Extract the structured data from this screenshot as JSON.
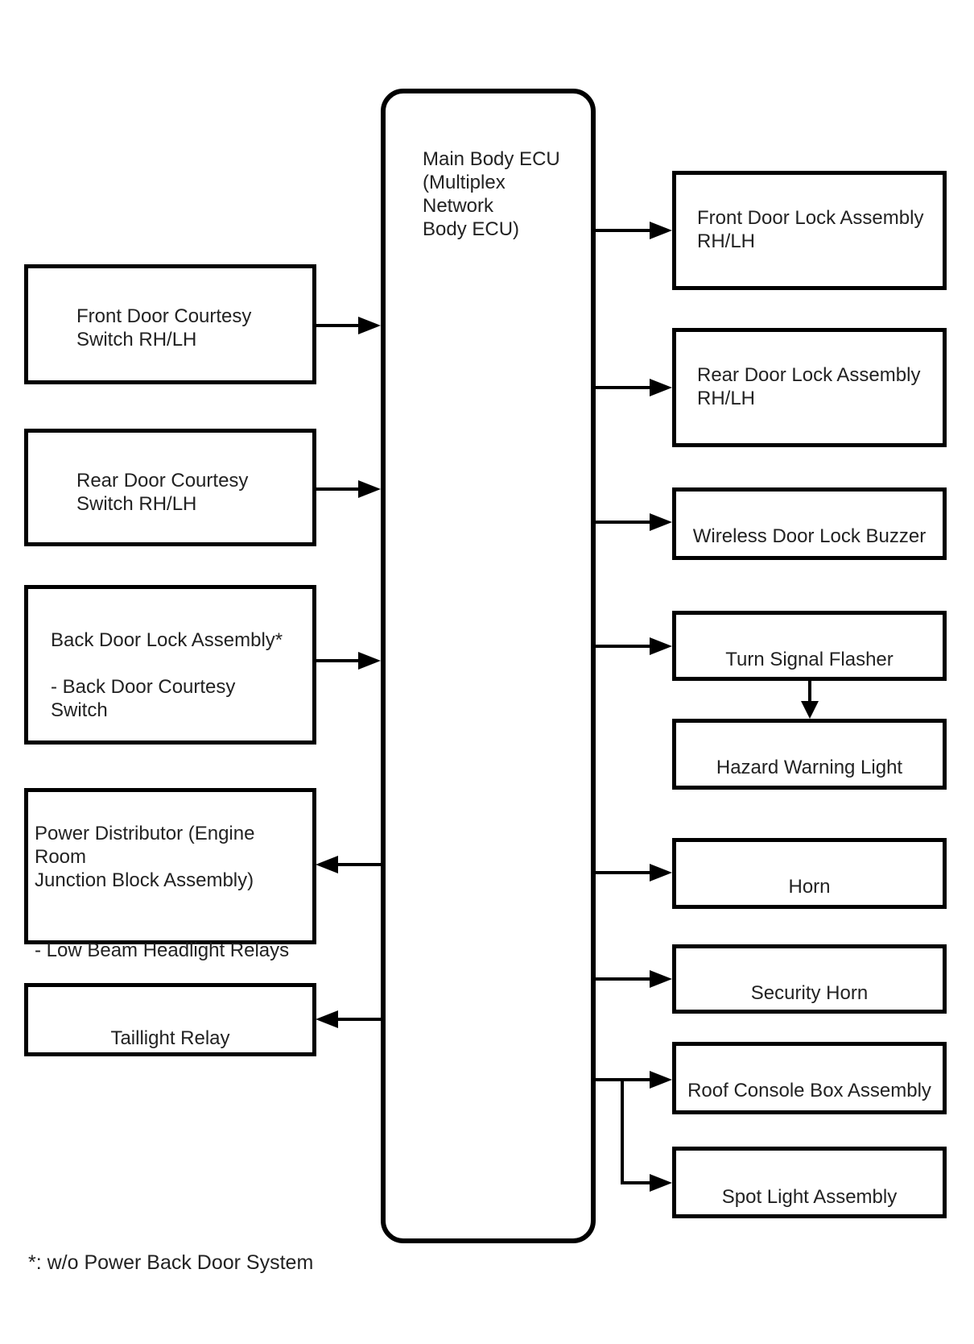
{
  "diagram": {
    "title_node": {
      "label": "Main Body ECU\n(Multiplex Network\nBody ECU)"
    },
    "left_boxes": [
      {
        "label": "Front Door Courtesy\nSwitch RH/LH",
        "arrow_direction": "to-ecu"
      },
      {
        "label": "Rear Door Courtesy\nSwitch RH/LH",
        "arrow_direction": "to-ecu"
      },
      {
        "label": "Back Door Lock Assembly*\n\n- Back Door Courtesy\nSwitch",
        "arrow_direction": "to-ecu"
      },
      {
        "label": "Power Distributor (Engine Room\nJunction Block Assembly)\n\n\n- Low Beam Headlight Relays",
        "arrow_direction": "from-ecu"
      },
      {
        "label": "Taillight Relay",
        "arrow_direction": "from-ecu"
      }
    ],
    "right_boxes": [
      {
        "label": "Front Door Lock Assembly\nRH/LH",
        "arrow_direction": "from-ecu"
      },
      {
        "label": "Rear Door Lock Assembly\nRH/LH",
        "arrow_direction": "from-ecu"
      },
      {
        "label": "Wireless Door Lock Buzzer",
        "arrow_direction": "from-ecu"
      },
      {
        "label": "Turn Signal Flasher",
        "arrow_direction": "from-ecu"
      },
      {
        "label": "Hazard Warning Light",
        "arrow_direction": "from-turn-signal-flasher"
      },
      {
        "label": "Horn",
        "arrow_direction": "from-ecu"
      },
      {
        "label": "Security Horn",
        "arrow_direction": "from-ecu"
      },
      {
        "label": "Roof Console Box Assembly",
        "arrow_direction": "from-ecu"
      },
      {
        "label": "Spot Light Assembly",
        "arrow_direction": "from-ecu"
      }
    ],
    "connections": [
      {
        "from": "Front Door Courtesy Switch RH/LH",
        "to": "Main Body ECU (Multiplex Network Body ECU)"
      },
      {
        "from": "Rear Door Courtesy Switch RH/LH",
        "to": "Main Body ECU (Multiplex Network Body ECU)"
      },
      {
        "from": "Back Door Lock Assembly*",
        "to": "Main Body ECU (Multiplex Network Body ECU)"
      },
      {
        "from": "Main Body ECU (Multiplex Network Body ECU)",
        "to": "Power Distributor (Engine Room Junction Block Assembly)"
      },
      {
        "from": "Main Body ECU (Multiplex Network Body ECU)",
        "to": "Taillight Relay"
      },
      {
        "from": "Main Body ECU (Multiplex Network Body ECU)",
        "to": "Front Door Lock Assembly RH/LH"
      },
      {
        "from": "Main Body ECU (Multiplex Network Body ECU)",
        "to": "Rear Door Lock Assembly RH/LH"
      },
      {
        "from": "Main Body ECU (Multiplex Network Body ECU)",
        "to": "Wireless Door Lock Buzzer"
      },
      {
        "from": "Main Body ECU (Multiplex Network Body ECU)",
        "to": "Turn Signal Flasher"
      },
      {
        "from": "Turn Signal Flasher",
        "to": "Hazard Warning Light"
      },
      {
        "from": "Main Body ECU (Multiplex Network Body ECU)",
        "to": "Horn"
      },
      {
        "from": "Main Body ECU (Multiplex Network Body ECU)",
        "to": "Security Horn"
      },
      {
        "from": "Main Body ECU (Multiplex Network Body ECU)",
        "to": "Roof Console Box Assembly"
      },
      {
        "from": "Main Body ECU (Multiplex Network Body ECU)",
        "to": "Spot Light Assembly"
      }
    ],
    "footnote": "*: w/o Power Back Door System",
    "colors": {
      "line": "#000000",
      "background": "#ffffff",
      "text": "#222222"
    }
  }
}
